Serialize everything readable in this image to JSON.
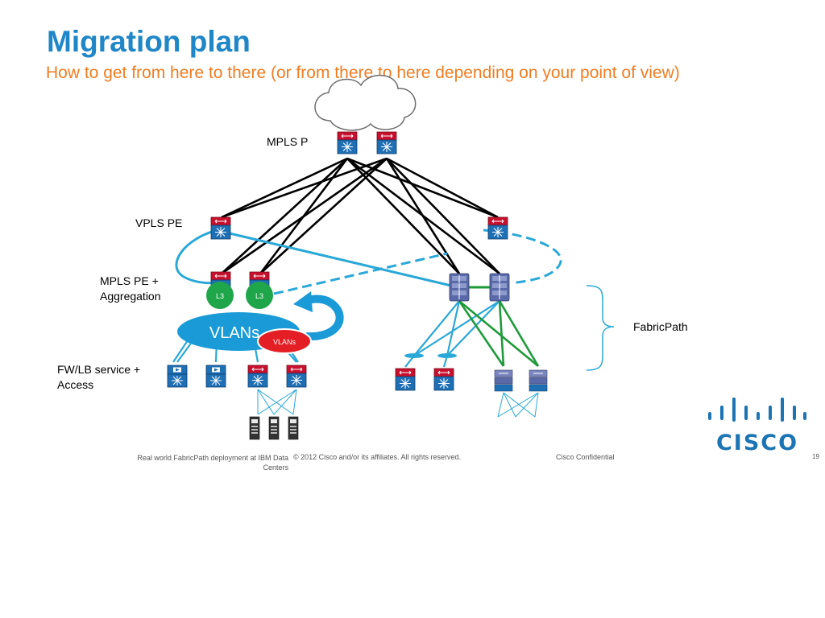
{
  "slide": {
    "title": "Migration plan",
    "subtitle": "How to get from here to there (or from there to here depending on your point of view)"
  },
  "labels": {
    "mpls_p": "MPLS P",
    "vpls_pe": "VPLS PE",
    "mpls_pe_line1": "MPLS PE +",
    "mpls_pe_line2": "Aggregation",
    "fw_lb_line1": "FW/LB service +",
    "fw_lb_line2": "Access",
    "fabricpath": "FabricPath",
    "l3": "L3",
    "vlans_big": "VLANs",
    "vlans_small": "VLANs"
  },
  "footer": {
    "left_line1": "Real world FabricPath deployment at IBM Data",
    "left_line2": "Centers",
    "copyright": "© 2012 Cisco and/or its affiliates. All rights reserved.",
    "confidential": "Cisco Confidential",
    "page_number": "19"
  },
  "logo": {
    "text": "CISCO"
  },
  "colors": {
    "title": "#1f86c8",
    "subtitle": "#f07d22",
    "router_red": "#c8102e",
    "router_blue": "#1f6fb5",
    "switch_purple": "#5a6aa8",
    "link_cyan": "#2aa8d8",
    "link_green": "#1f9a3a",
    "l3_green": "#1fa64a",
    "vlan_blue": "#1a9ad6",
    "vlan_red": "#e31e24",
    "cisco_blue": "#1b74b4"
  }
}
